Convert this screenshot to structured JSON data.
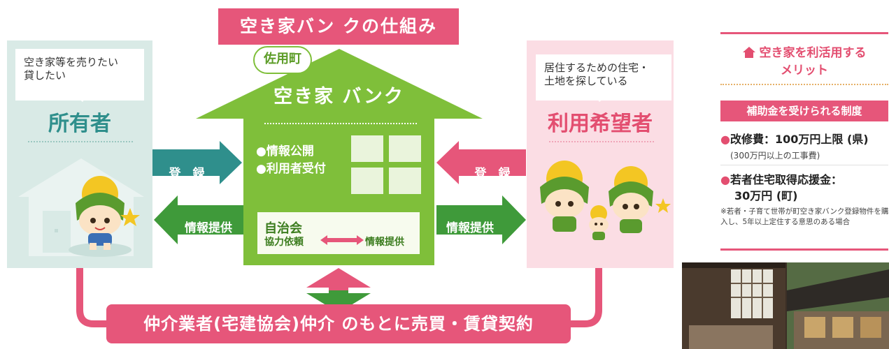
{
  "title": "空き家バン クの仕組み",
  "owner": {
    "speech": [
      "空き家等を売りたい",
      "貸したい"
    ],
    "label": "所有者"
  },
  "user": {
    "speech": [
      "居住するための住宅・",
      "土地を探している"
    ],
    "label": "利用希望者"
  },
  "bank": {
    "town": "佐用町",
    "title": "空き家 バンク",
    "items": [
      "●情報公開",
      "●利用者受付"
    ],
    "jichikai": {
      "title": "自治会",
      "left": "協力依頼",
      "right": "情報提供"
    }
  },
  "arrows": {
    "left_register": "登　録",
    "left_info": "情報提供",
    "right_register": "登　録",
    "right_info": "情報提供"
  },
  "bottom": "仲介業者(宅建協会)仲介 のもとに売買・賃貸契約",
  "merit": {
    "title_line1": "空き家を利活用する",
    "title_line2": "メリット",
    "subsidy": "補助金を受けられる制度",
    "item1": "改修費：100万円上限 (県)",
    "item1_sub": "(300万円以上の工事費)",
    "item2_line1": "若者住宅取得応援金：",
    "item2_line2": "30万円 (町)",
    "note": "※若者・子育て世帯が町空き家バンク登録物件を購入し、5年以上定住する意思のある場合"
  },
  "colors": {
    "pink": "#e6567a",
    "green": "#7fbf3a",
    "teal": "#2f8f8c",
    "dark_green": "#3f9a3a"
  }
}
